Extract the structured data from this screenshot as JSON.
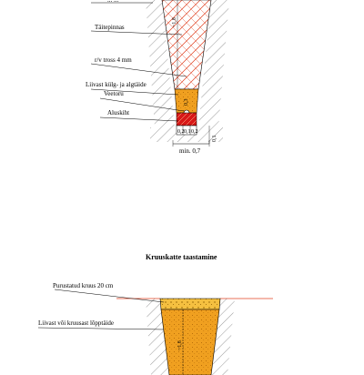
{
  "diagram_top": {
    "labels": {
      "partial_top": "... ...",
      "tatepinnas": "Täitepinnas",
      "tross": "r/v tross 4 mm",
      "liivast": "Liivast külg- ja algtäide",
      "veetoru": "Veetoru",
      "aluskiht": "Aluskiht"
    },
    "dimensions": {
      "depth": "~1,8",
      "pipe_cover": "0,3",
      "left_seg": "0,2",
      "mid_seg": "0,1",
      "right_seg": "0,2",
      "bottom_dim": "0,1",
      "width": "min. 0,7"
    }
  },
  "diagram_bottom": {
    "title": "Kruuskatte taastamine",
    "labels": {
      "purustatud": "Purustatud kruus 20 cm",
      "liivast_loppt": "Liivast või kruusast lõpptäide"
    },
    "dimensions": {
      "depth": "~1,8"
    }
  },
  "colors": {
    "backfill_red": "#e04020",
    "sand_orange": "#f0a020",
    "bedding_red": "#d81818",
    "gravel_yellow": "#f5c040",
    "hatch": "#555555"
  }
}
